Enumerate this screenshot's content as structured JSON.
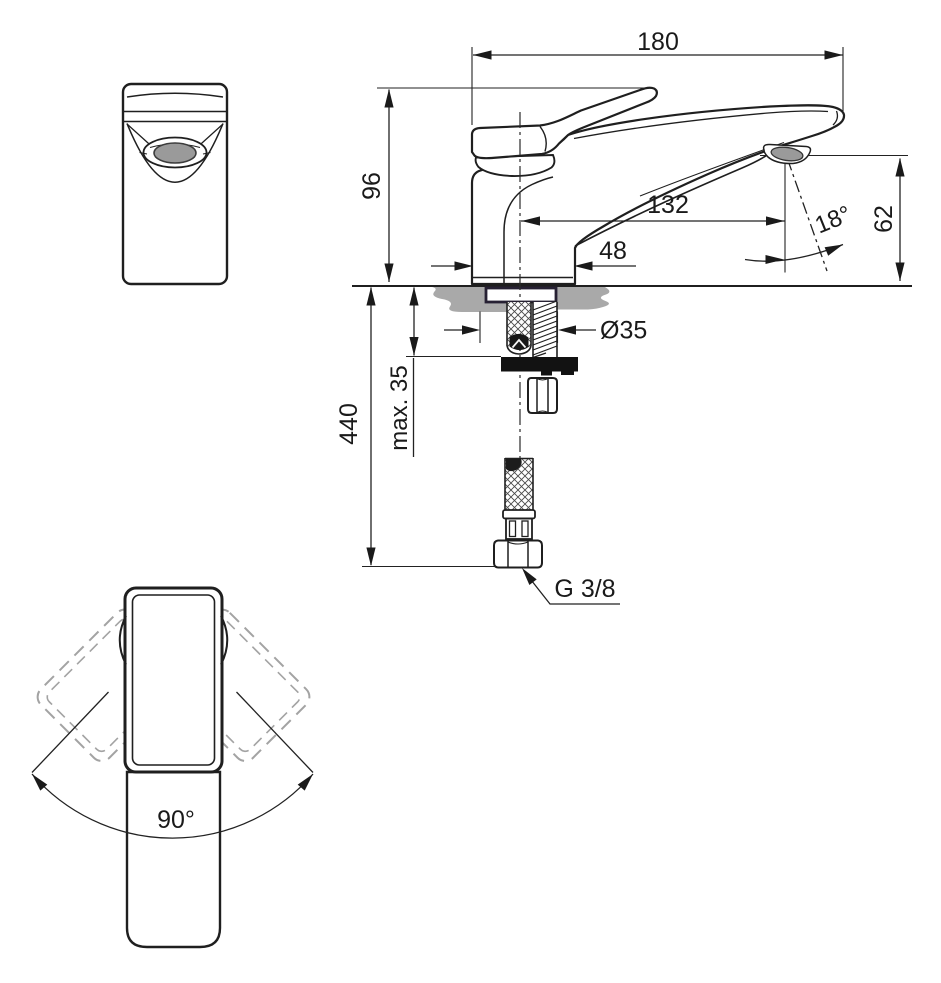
{
  "drawing": {
    "type": "technical-installation-diagram",
    "subject": "single-lever basin mixer faucet",
    "views": {
      "front_view": "faucet front elevation",
      "side_view": "faucet side elevation with mounting section",
      "top_view": "handle swivel range plan view"
    },
    "dimension_labels": {
      "overall_depth": "180",
      "height_to_top": "96",
      "spout_reach": "132",
      "base_depth": "48",
      "outlet_angle": "18°",
      "outlet_height": "62",
      "mounting_hole_diameter": "Ø35",
      "max_mounting_thickness": "max. 35",
      "hose_length": "440",
      "supply_connection": "G 3/8",
      "handle_swivel_angle": "90°"
    },
    "colors": {
      "line": "#1f1f1f",
      "deck_gray": "#a9a9a9",
      "aerator_gray": "#9a9a9a",
      "washer_black": "#121212",
      "ghost_dash_gray": "#a3a3a3",
      "flange_outline": "#262033"
    }
  }
}
